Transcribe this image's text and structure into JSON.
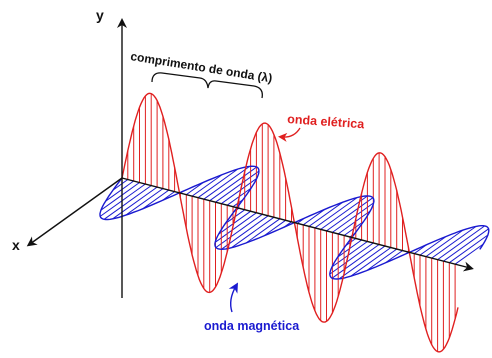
{
  "labels": {
    "y_axis": "y",
    "x_axis": "x",
    "wavelength": "comprimento de onda (λ)",
    "electric_wave": "onda elétrica",
    "magnetic_wave": "onda magnética"
  },
  "colors": {
    "electric": "#e02020",
    "magnetic": "#1a1ad0",
    "axis": "#111111",
    "background": "#ffffff"
  }
}
